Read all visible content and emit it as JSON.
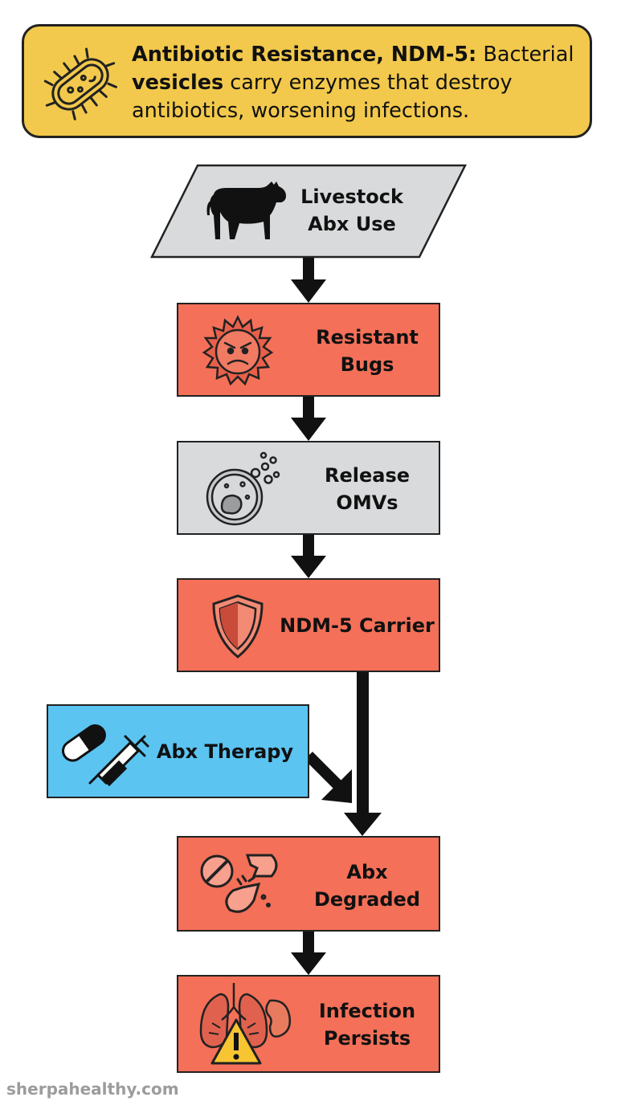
{
  "banner": {
    "icon": "bacterium-icon",
    "bold_lead": "Antibiotic Resistance, NDM-5:",
    "text_mid": " Bacterial ",
    "bold_word": "vesicles",
    "text_end": " carry enzymes that destroy antibiotics, worsening infections."
  },
  "nodes": {
    "livestock": {
      "line1": "Livestock",
      "line2": "Abx Use",
      "icon": "cow-icon",
      "color": "#d8dadb"
    },
    "resistant": {
      "line1": "Resistant",
      "line2": "Bugs",
      "icon": "angry-germ-icon",
      "color": "#f47058"
    },
    "release": {
      "line1": "Release",
      "line2": "OMVs",
      "icon": "vesicle-release-icon",
      "color": "#d8dadb"
    },
    "ndm5": {
      "label": "NDM-5 Carrier",
      "icon": "shield-icon",
      "color": "#f47058"
    },
    "therapy": {
      "label": "Abx Therapy",
      "icon": "pill-syringe-icon",
      "color": "#5bc4f1"
    },
    "degraded": {
      "line1": "Abx",
      "line2": "Degraded",
      "icon": "broken-pill-icon",
      "color": "#f47058"
    },
    "infection": {
      "line1": "Infection",
      "line2": "Persists",
      "icon": "lungs-warning-icon",
      "color": "#f47058"
    }
  },
  "watermark": "sherpahealthy.com"
}
